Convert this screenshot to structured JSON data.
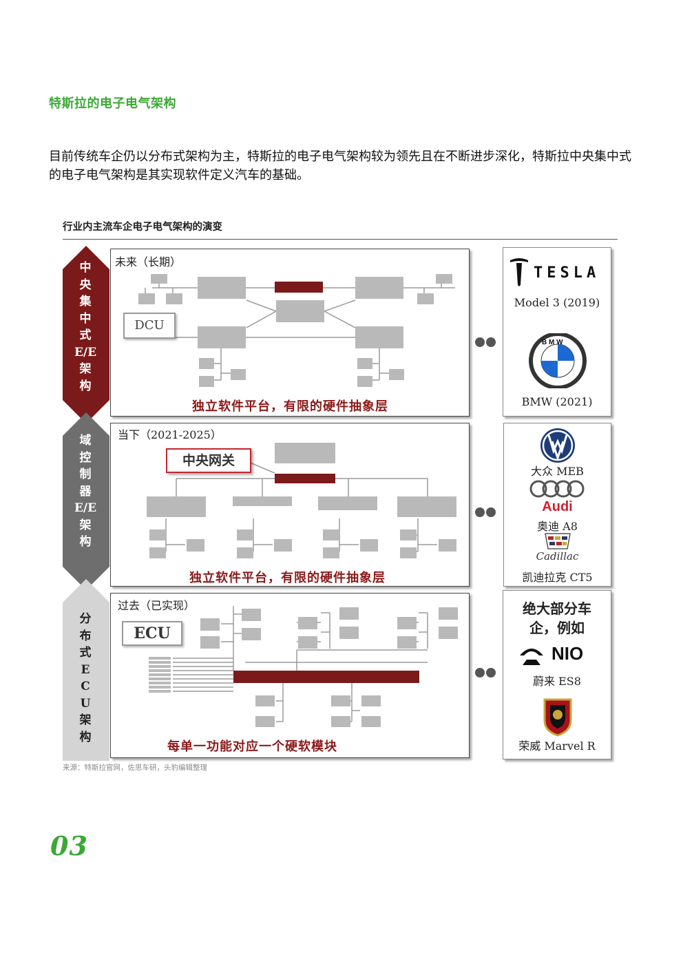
{
  "section_title": "特斯拉的电子电气架构",
  "intro_text": "目前传统车企仍以分布式架构为主，特斯拉的电子电气架构较为领先且在不断进步深化，特斯拉中央集中式的电子电气架构是其实现软件定义汽车的基础。",
  "figure": {
    "caption": "行业内主流车企电子电气架构的演变",
    "source": "来源：特斯拉官网，佐思车研，头豹编辑整理",
    "rows": [
      {
        "chevron_chars": [
          "中",
          "央",
          "集",
          "中",
          "式",
          "E/E",
          "架",
          "构"
        ],
        "chevron_color": "#7b1a1a",
        "period_label": "未来（长期）",
        "tag": "DCU",
        "footer": "独立软件平台，有限的硬件抽象层",
        "brands": [
          {
            "logo": "tesla-logo",
            "wordmark": "TESLA",
            "caption": "Model 3 (2019)"
          },
          {
            "logo": "bmw-logo",
            "wordmark": "BMW",
            "caption": "BMW (2021)"
          }
        ]
      },
      {
        "chevron_chars": [
          "域",
          "控",
          "制",
          "器",
          "E/E",
          "架",
          "构"
        ],
        "chevron_color": "#6e6e6e",
        "period_label": "当下（2021-2025）",
        "tag": "中央网关",
        "footer": "独立软件平台，有限的硬件抽象层",
        "brands": [
          {
            "logo": "vw-logo",
            "caption": "大众 MEB"
          },
          {
            "logo": "audi-logo",
            "wordmark": "Audi",
            "caption": "奥迪 A8"
          },
          {
            "logo": "cadillac-logo",
            "wordmark": "Cadillac",
            "caption": "凯迪拉克 CT5"
          }
        ]
      },
      {
        "chevron_chars": [
          "分",
          "布",
          "式",
          "E",
          "C",
          "U",
          "架",
          "构"
        ],
        "chevron_color": "#d4d4d4",
        "period_label": "过去（已实现）",
        "tag": "ECU",
        "footer": "每单一功能对应一个硬软模块",
        "brands": [
          {
            "logo": "text",
            "caption_lines": [
              "绝大部分车",
              "企，例如"
            ]
          },
          {
            "logo": "nio-logo",
            "wordmark": "NIO",
            "caption": "蔚来 ES8"
          },
          {
            "logo": "roewe-logo",
            "caption": "荣威 Marvel R"
          }
        ]
      }
    ]
  },
  "page_number": "03",
  "colors": {
    "accent_green": "#3aa935",
    "dark_red": "#7b1a1a",
    "footer_red": "#8b1a1a",
    "gray_block": "#b9b9b9"
  }
}
